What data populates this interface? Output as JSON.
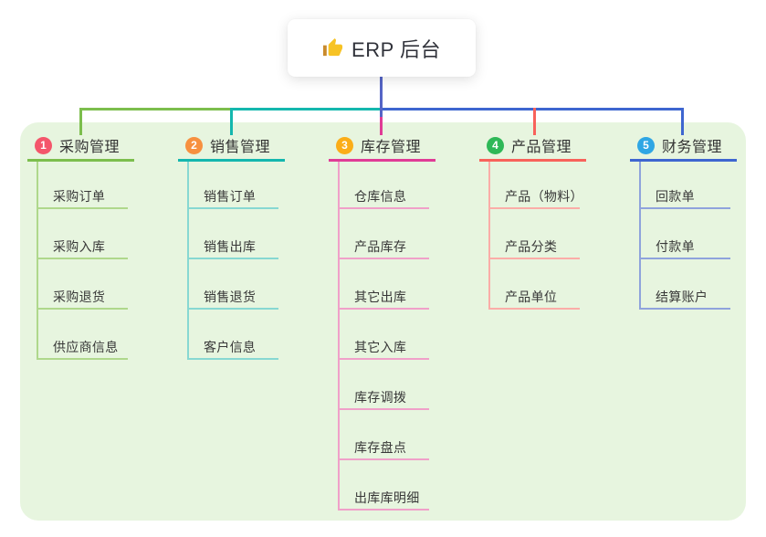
{
  "root": {
    "label": "ERP 后台",
    "icon": "thumbs-up-icon"
  },
  "colors": {
    "root_line": "#5565C6",
    "panel_bg": "#E7F5DF",
    "text": "#333333",
    "card_bg": "#FFFFFF"
  },
  "branches": [
    {
      "num": "1",
      "label": "采购管理",
      "badge_color": "#F4566B",
      "line": "#7CBE4D",
      "line_light": "#AFD88C",
      "items": [
        "采购订单",
        "采购入库",
        "采购退货",
        "供应商信息"
      ]
    },
    {
      "num": "2",
      "label": "销售管理",
      "badge_color": "#F7903F",
      "line": "#14B7AE",
      "line_light": "#87D8D2",
      "items": [
        "销售订单",
        "销售出库",
        "销售退货",
        "客户信息"
      ]
    },
    {
      "num": "3",
      "label": "库存管理",
      "badge_color": "#FBAD18",
      "line": "#E03C96",
      "line_light": "#F0A0C9",
      "items": [
        "仓库信息",
        "产品库存",
        "其它出库",
        "其它入库",
        "库存调拨",
        "库存盘点",
        "出库库明细"
      ]
    },
    {
      "num": "4",
      "label": "产品管理",
      "badge_color": "#2EB857",
      "line": "#F8625B",
      "line_light": "#FBADA8",
      "items": [
        "产品（物料）",
        "产品分类",
        "产品单位"
      ]
    },
    {
      "num": "5",
      "label": "财务管理",
      "badge_color": "#2FA6E4",
      "line": "#3E66D0",
      "line_light": "#8FA3DC",
      "items": [
        "回款单",
        "付款单",
        "结算账户"
      ]
    }
  ]
}
